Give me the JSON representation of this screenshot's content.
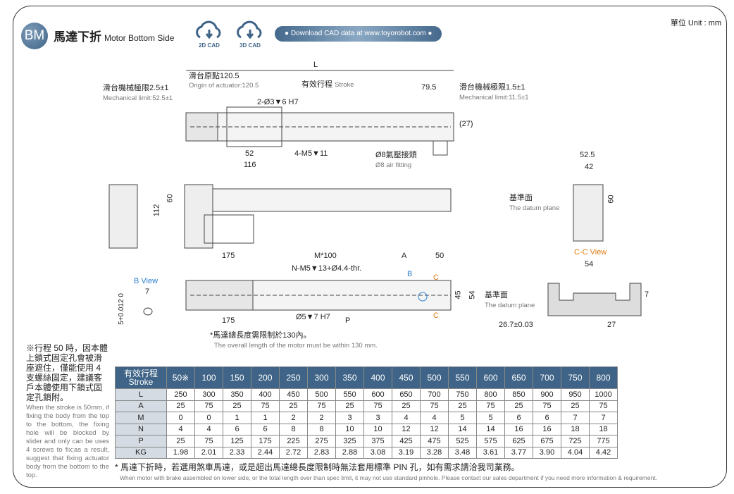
{
  "header": {
    "badge": "BM",
    "title_zh": "馬達下折",
    "title_en": "Motor Bottom Side",
    "cad2d": "2D CAD",
    "cad3d": "3D CAD",
    "download": "Download CAD data at www.toyorobot.com",
    "unit": "單位 Unit : mm"
  },
  "drawing": {
    "L": "L",
    "origin_zh": "滑台原點120.5",
    "origin_en": "Origin of actuator:120.5",
    "stroke_zh": "有效行程",
    "stroke_en": "Stroke",
    "dim_79_5": "79.5",
    "mech_left_zh": "滑台機械極限2.5±1",
    "mech_left_en": "Mechanical limit:52.5±1",
    "mech_right_zh": "滑台機械極限1.5±1",
    "mech_right_en": "Mechanical limit:11.5±1",
    "hole1": "2-Ø3▼6 H7",
    "dim_27": "(27)",
    "dim_52": "52",
    "dim_116": "116",
    "hole2": "4-M5▼11",
    "air_zh": "Ø8氣壓接頭",
    "air_en": "Ø8 air fitting",
    "dim_60": "60",
    "dim_112": "112",
    "dim_52_5": "52.5",
    "dim_42": "42",
    "dim_60b": "60",
    "datum_zh": "基準面",
    "datum_en": "The datum plane",
    "dim_175": "175",
    "m100": "M*100",
    "A": "A",
    "dim_50": "50",
    "nm5": "N-M5▼13+Ø4.4-thr.",
    "B": "B",
    "C1": "C",
    "C2": "C",
    "dim_45": "45",
    "dim_54": "54",
    "datum2_zh": "基準面",
    "datum2_en": "The datum plane",
    "hole3": "Ø5▼7 H7",
    "dim_175b": "175",
    "P": "P",
    "motor_zh": "*馬達總長度需限制於130內。",
    "motor_en": "The overall length of the motor must be within 130 mm.",
    "bview": "B View",
    "dim_7": "7",
    "tol": "5+0.012 0",
    "ccview": "C-C View",
    "dim_54b": "54",
    "dim_7b": "7",
    "dim_26_7": "26.7±0.03",
    "dim_27b": "27"
  },
  "note": {
    "zh": "※行程 50 時，因本體上鎖式固定孔會被滑座遮住，僅能使用 4 支螺絲固定，建議客戶本體使用下鎖式固定孔鎖附。",
    "en": "When the stroke is 50mm, if fixing the body from the top to the bottom, the fixing hole will be blocked by slider and only can be uses 4 screws to fix;as a result, suggest that fixing actuator body from the bottom to the top."
  },
  "table": {
    "head_zh": "有效行程",
    "head_en": "Stroke",
    "strokes": [
      "50※",
      "100",
      "150",
      "200",
      "250",
      "300",
      "350",
      "400",
      "450",
      "500",
      "550",
      "600",
      "650",
      "700",
      "750",
      "800"
    ],
    "rows": [
      {
        "label": "L",
        "values": [
          "250",
          "300",
          "350",
          "400",
          "450",
          "500",
          "550",
          "600",
          "650",
          "700",
          "750",
          "800",
          "850",
          "900",
          "950",
          "1000"
        ]
      },
      {
        "label": "A",
        "values": [
          "25",
          "75",
          "25",
          "75",
          "25",
          "75",
          "25",
          "75",
          "25",
          "75",
          "25",
          "75",
          "25",
          "75",
          "25",
          "75"
        ]
      },
      {
        "label": "M",
        "values": [
          "0",
          "0",
          "1",
          "1",
          "2",
          "2",
          "3",
          "3",
          "4",
          "4",
          "5",
          "5",
          "6",
          "6",
          "7",
          "7"
        ]
      },
      {
        "label": "N",
        "values": [
          "4",
          "4",
          "6",
          "6",
          "8",
          "8",
          "10",
          "10",
          "12",
          "12",
          "14",
          "14",
          "16",
          "16",
          "18",
          "18"
        ]
      },
      {
        "label": "P",
        "values": [
          "25",
          "75",
          "125",
          "175",
          "225",
          "275",
          "325",
          "375",
          "425",
          "475",
          "525",
          "575",
          "625",
          "675",
          "725",
          "775"
        ]
      },
      {
        "label": "KG",
        "values": [
          "1.98",
          "2.01",
          "2.33",
          "2.44",
          "2.72",
          "2.83",
          "2.88",
          "3.08",
          "3.19",
          "3.28",
          "3.48",
          "3.61",
          "3.77",
          "3.90",
          "4.04",
          "4.42"
        ]
      }
    ]
  },
  "footer": {
    "zh": "* 馬達下折時，若選用煞車馬達，或是超出馬達總長度限制時無法套用標準 PIN 孔，如有需求請洽我司業務。",
    "en": "When motor with brake assembled on lower side, or the total length over than spec limit, it may not use standard pinhole. Please contact our sales department if you need more information & requirement."
  }
}
